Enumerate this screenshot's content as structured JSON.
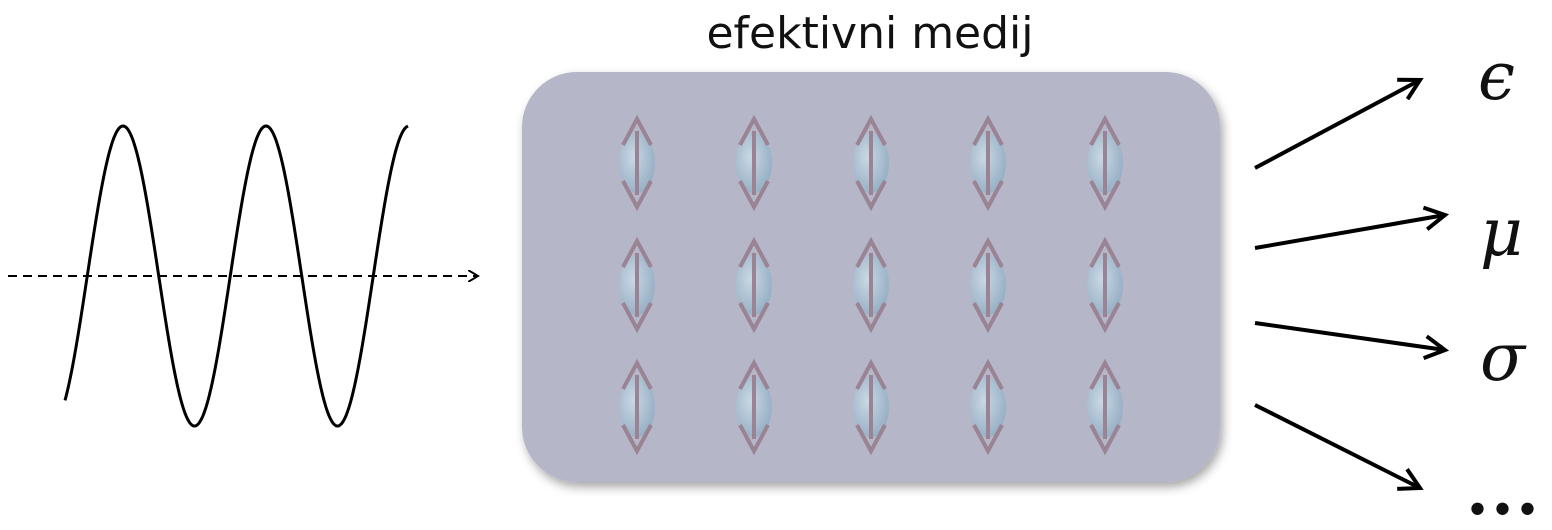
{
  "medium": {
    "title": "efektivni medij",
    "fill": "#b5b7c9",
    "rows": 3,
    "cols": 5
  },
  "dipole": {
    "body_color": "#a9bfd2",
    "arrow_color": "#9a8393"
  },
  "parameters": [
    "ϵ",
    "μ",
    "σ",
    "..."
  ]
}
